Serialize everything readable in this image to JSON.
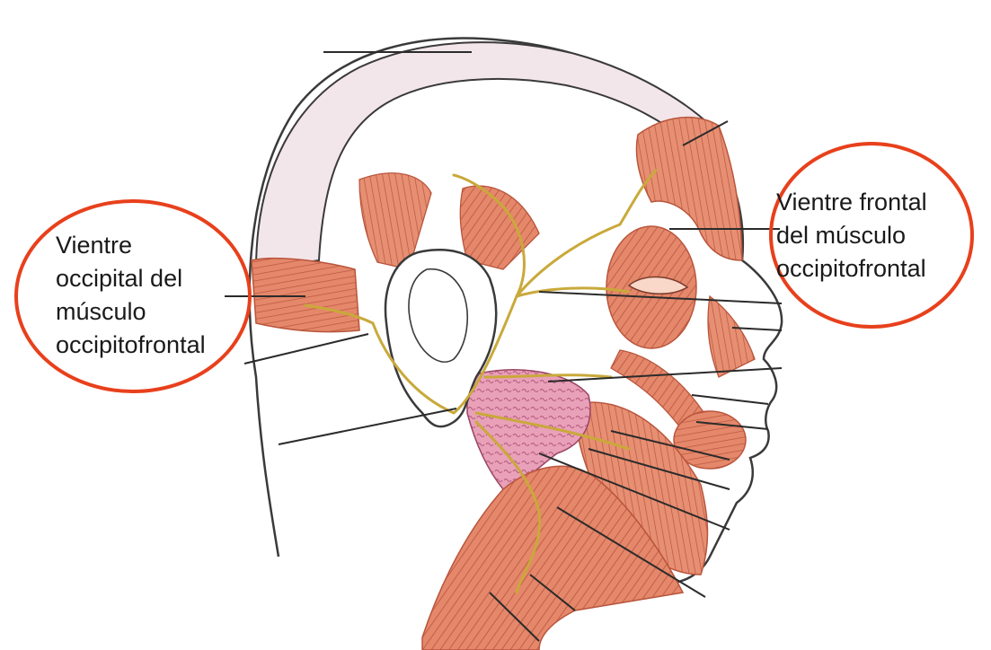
{
  "diagram": {
    "colors": {
      "skin_outline": "#3a3a3a",
      "scalp": "#f3e6ea",
      "muscle": "#e4876a",
      "muscle_dark": "#b9553c",
      "muscle_light": "#f2b49c",
      "nerve": "#c9a93a",
      "parotid": "#e9a0b9",
      "leader_line": "#2b2b2b",
      "callout_ring": "#e8401c"
    },
    "callouts": [
      {
        "id": "occipital",
        "lines": [
          "Vientre",
          "occipital del",
          "músculo",
          "occipitofrontal"
        ]
      },
      {
        "id": "frontal",
        "lines": [
          "Vientre frontal",
          "del músculo",
          "occipitofrontal"
        ]
      }
    ]
  }
}
